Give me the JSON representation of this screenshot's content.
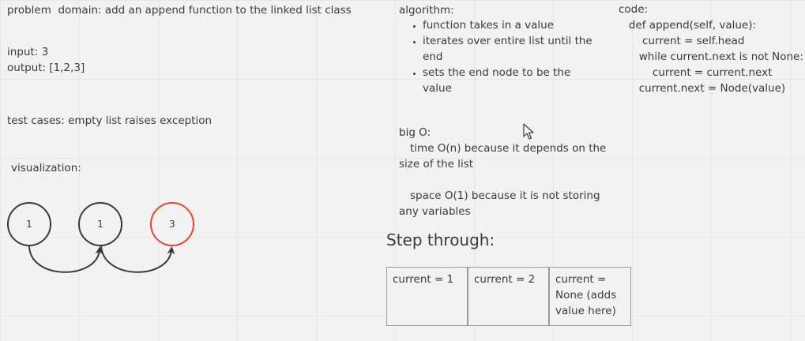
{
  "problem": {
    "domain": "problem  domain: add an append function to the linked list class",
    "input": "input: 3",
    "output": "output: [1,2,3]",
    "test_cases": "test cases: empty list raises exception",
    "visualization_label": "visualization:"
  },
  "visualization": {
    "nodes": [
      {
        "label": "1",
        "color": "#3a3a3a"
      },
      {
        "label": "1",
        "color": "#3a3a3a"
      },
      {
        "label": "3",
        "color": "#e8452a"
      }
    ]
  },
  "algorithm": {
    "heading": "algorithm:",
    "steps": [
      "function takes in a value",
      "iterates over entire list until the end",
      "sets the end node to be the value"
    ]
  },
  "big_o": {
    "heading": "big O:",
    "time": "time O(n) because it depends on the size of the list",
    "space": "space O(1) because it is not storing any variables"
  },
  "code": {
    "heading": "code:",
    "lines": [
      "   def append(self, value):",
      "       current = self.head",
      "      while current.next is not None:",
      "          current = current.next",
      "      current.next = Node(value)"
    ]
  },
  "step_through": {
    "title": "Step through:",
    "cells": [
      "current = 1",
      "current = 2",
      "current = None (adds value here)"
    ]
  },
  "colors": {
    "background": "#f2f2f2",
    "text": "#3a3a3a",
    "accent_red": "#e8452a",
    "border": "#9a9a9a"
  }
}
